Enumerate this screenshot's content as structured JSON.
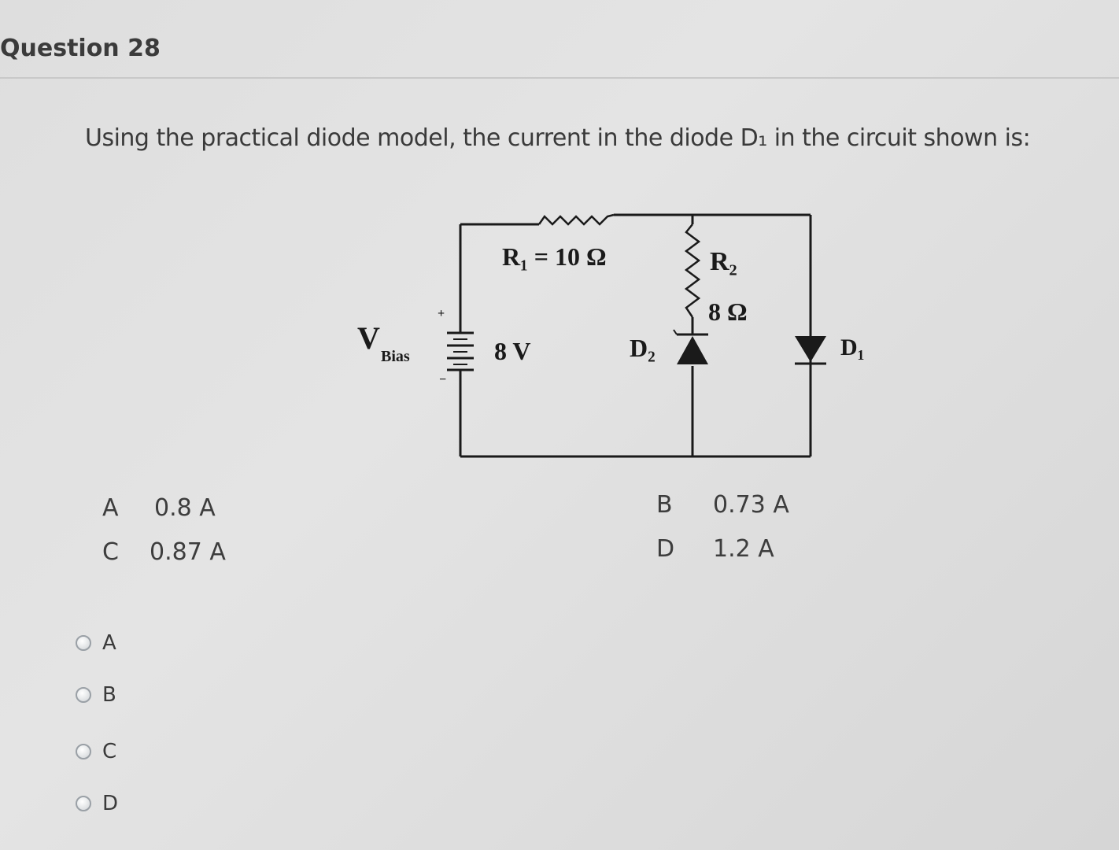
{
  "question": {
    "title": "Question 28",
    "prompt": "Using the practical diode model, the current in the diode D₁ in the circuit shown is:"
  },
  "circuit": {
    "r1_label": "R₁ = 10 Ω",
    "r2_label": "R₂",
    "r2_value": "8 Ω",
    "source_label_v": "V",
    "source_label_sub": "Bias",
    "source_value": "8 V",
    "d2_label": "D₂",
    "d1_label": "D₁",
    "plus_sign": "+",
    "minus_sign": "−"
  },
  "answers": [
    {
      "letter": "A",
      "value": "0.8 A"
    },
    {
      "letter": "B",
      "value": "0.73 A"
    },
    {
      "letter": "C",
      "value": "0.87 A"
    },
    {
      "letter": "D",
      "value": "1.2 A"
    }
  ],
  "radio_options": [
    {
      "label": "A"
    },
    {
      "label": "B"
    },
    {
      "label": "C"
    },
    {
      "label": "D"
    }
  ]
}
